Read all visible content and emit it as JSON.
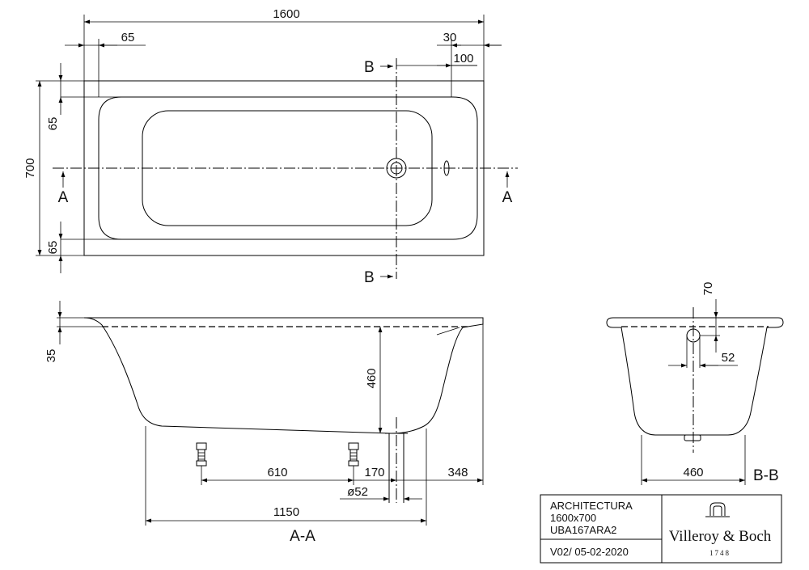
{
  "top_view": {
    "dimensions": {
      "overall_length": "1600",
      "left_rim": "65",
      "right_rim": "30",
      "drain_offset": "100",
      "overall_width": "700",
      "rim_top": "65",
      "rim_bottom": "65"
    },
    "section_markers": {
      "a_left": "A",
      "a_right": "A",
      "b_top": "B",
      "b_bottom": "B"
    }
  },
  "section_a": {
    "label": "A-A",
    "dimensions": {
      "rim_height": "35",
      "depth": "460",
      "feet_spacing": "610",
      "drain_distance": "170",
      "end_distance": "348",
      "drain_diameter": "ø52",
      "support_length": "1150"
    }
  },
  "section_b": {
    "label": "B-B",
    "dimensions": {
      "overflow_height": "70",
      "overflow_diameter": "52",
      "bottom_width": "460"
    }
  },
  "title_block": {
    "product_name": "ARCHITECTURA",
    "size": "1600x700",
    "article_number": "UBA167ARA2",
    "version": "V02/ 05-02-2020",
    "brand": "Villeroy & Boch",
    "brand_year": "1748"
  }
}
